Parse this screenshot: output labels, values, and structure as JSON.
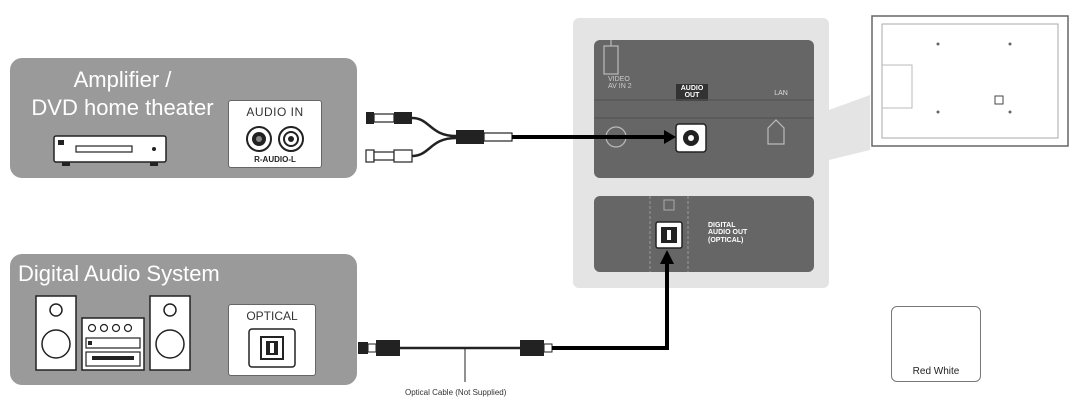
{
  "amplifier": {
    "title_line1": "Amplifier /",
    "title_line2": "DVD home theater",
    "port_label": "AUDIO IN",
    "port_sublabel": "R-AUDIO-L"
  },
  "digital_audio_system": {
    "title": "Digital Audio System",
    "port_label": "OPTICAL"
  },
  "tv_panel": {
    "audio_out_label_line1": "AUDIO",
    "audio_out_label_line2": "OUT",
    "digital_label_line1": "DIGITAL",
    "digital_label_line2": "AUDIO OUT",
    "digital_label_line3": "(OPTICAL)",
    "lan_label": "LAN",
    "av_label": "AV IN 2",
    "video_label": "VIDEO"
  },
  "cable_caption": "Optical Cable (Not Supplied)",
  "legend": {
    "text": "Red White"
  },
  "colors": {
    "panel_gray": "#9a9a9a",
    "tv_panel_bg": "#e4e4e4",
    "tv_port_bg": "#666666",
    "cable": "#000000"
  }
}
